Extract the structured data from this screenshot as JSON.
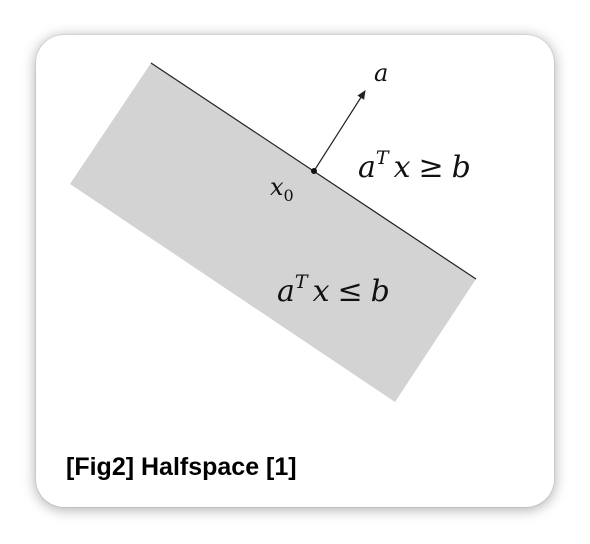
{
  "figure": {
    "vector_label": "a",
    "point_label": "x",
    "point_subscript": "0",
    "upper_inequality": {
      "lhs": "a",
      "superscript": "T",
      "var": "x",
      "op": "≥",
      "rhs": "b"
    },
    "lower_inequality": {
      "lhs": "a",
      "superscript": "T",
      "var": "x",
      "op": "≤",
      "rhs": "b"
    },
    "colors": {
      "halfspace_fill": "#d3d3d3",
      "lines": "#222222",
      "background": "#ffffff"
    }
  },
  "caption": "[Fig2] Halfspace [1]"
}
